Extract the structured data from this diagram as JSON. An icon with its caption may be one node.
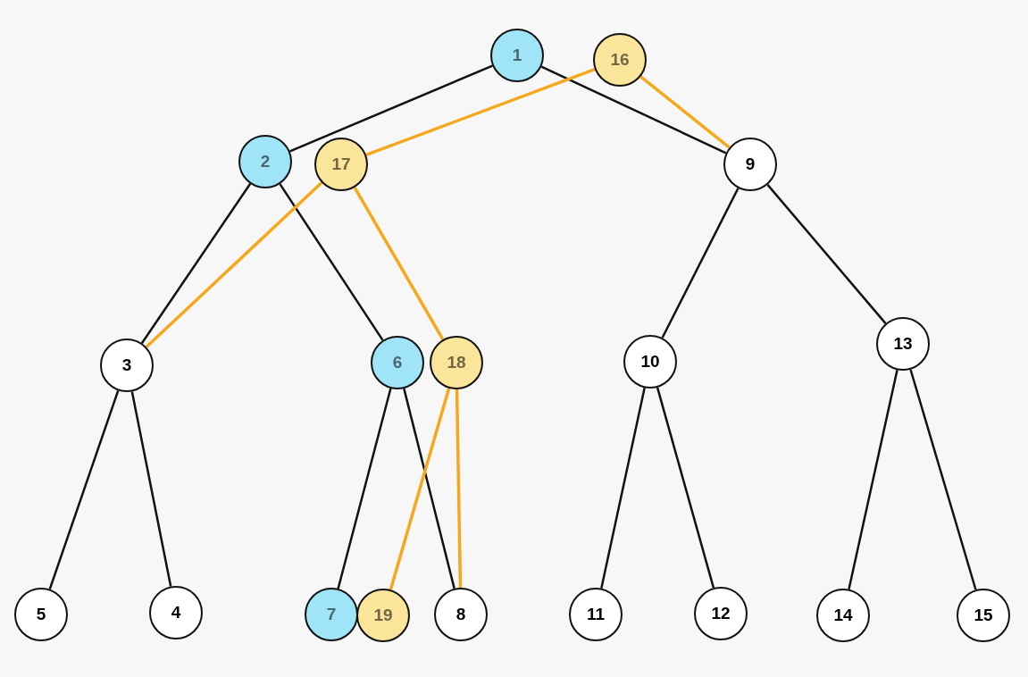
{
  "diagram": {
    "nodes": [
      {
        "text": [
          "1"
        ]
      },
      {
        "text": [
          "16"
        ]
      },
      {
        "text": [
          "2"
        ]
      },
      {
        "text": [
          "17"
        ]
      },
      {
        "text": [
          "9"
        ]
      },
      {
        "text": [
          "3"
        ]
      },
      {
        "text": [
          "6"
        ]
      },
      {
        "text": [
          "18"
        ]
      },
      {
        "text": [
          "10"
        ]
      },
      {
        "text": [
          "13"
        ]
      },
      {
        "text": [
          "5"
        ]
      },
      {
        "text": [
          "4"
        ]
      },
      {
        "text": [
          "7"
        ]
      },
      {
        "text": [
          "19"
        ]
      },
      {
        "text": [
          "8"
        ]
      },
      {
        "text": [
          "11"
        ]
      },
      {
        "text": [
          "12"
        ]
      },
      {
        "text": [
          "14"
        ]
      },
      {
        "text": [
          "15"
        ]
      }
    ],
    "edges": [
      {
        "from": 0,
        "to": 2,
        "arrow": "none"
      },
      {
        "from": 0,
        "to": 4,
        "arrow": "none"
      },
      {
        "from": 2,
        "to": 5,
        "arrow": "none"
      },
      {
        "from": 2,
        "to": 6,
        "arrow": "none"
      },
      {
        "from": 4,
        "to": 8,
        "arrow": "none"
      },
      {
        "from": 4,
        "to": 9,
        "arrow": "none"
      },
      {
        "from": 5,
        "to": 10,
        "arrow": "none"
      },
      {
        "from": 5,
        "to": 11,
        "arrow": "none"
      },
      {
        "from": 6,
        "to": 12,
        "arrow": "none"
      },
      {
        "from": 6,
        "to": 14,
        "arrow": "none"
      },
      {
        "from": 8,
        "to": 15,
        "arrow": "none"
      },
      {
        "from": 8,
        "to": 16,
        "arrow": "none"
      },
      {
        "from": 9,
        "to": 17,
        "arrow": "none"
      },
      {
        "from": 9,
        "to": 18,
        "arrow": "none"
      },
      {
        "from": 1,
        "to": 3,
        "arrow": "none",
        "color": "#f5a81e"
      },
      {
        "from": 1,
        "to": 4,
        "arrow": "none",
        "color": "#f5a81e"
      },
      {
        "from": 3,
        "to": 5,
        "arrow": "none",
        "color": "#f5a81e"
      },
      {
        "from": 3,
        "to": 7,
        "arrow": "none",
        "color": "#f5a81e"
      },
      {
        "from": 7,
        "to": 13,
        "arrow": "none",
        "color": "#f5a81e"
      },
      {
        "from": 7,
        "to": 14,
        "arrow": "none",
        "color": "#f5a81e"
      }
    ]
  }
}
